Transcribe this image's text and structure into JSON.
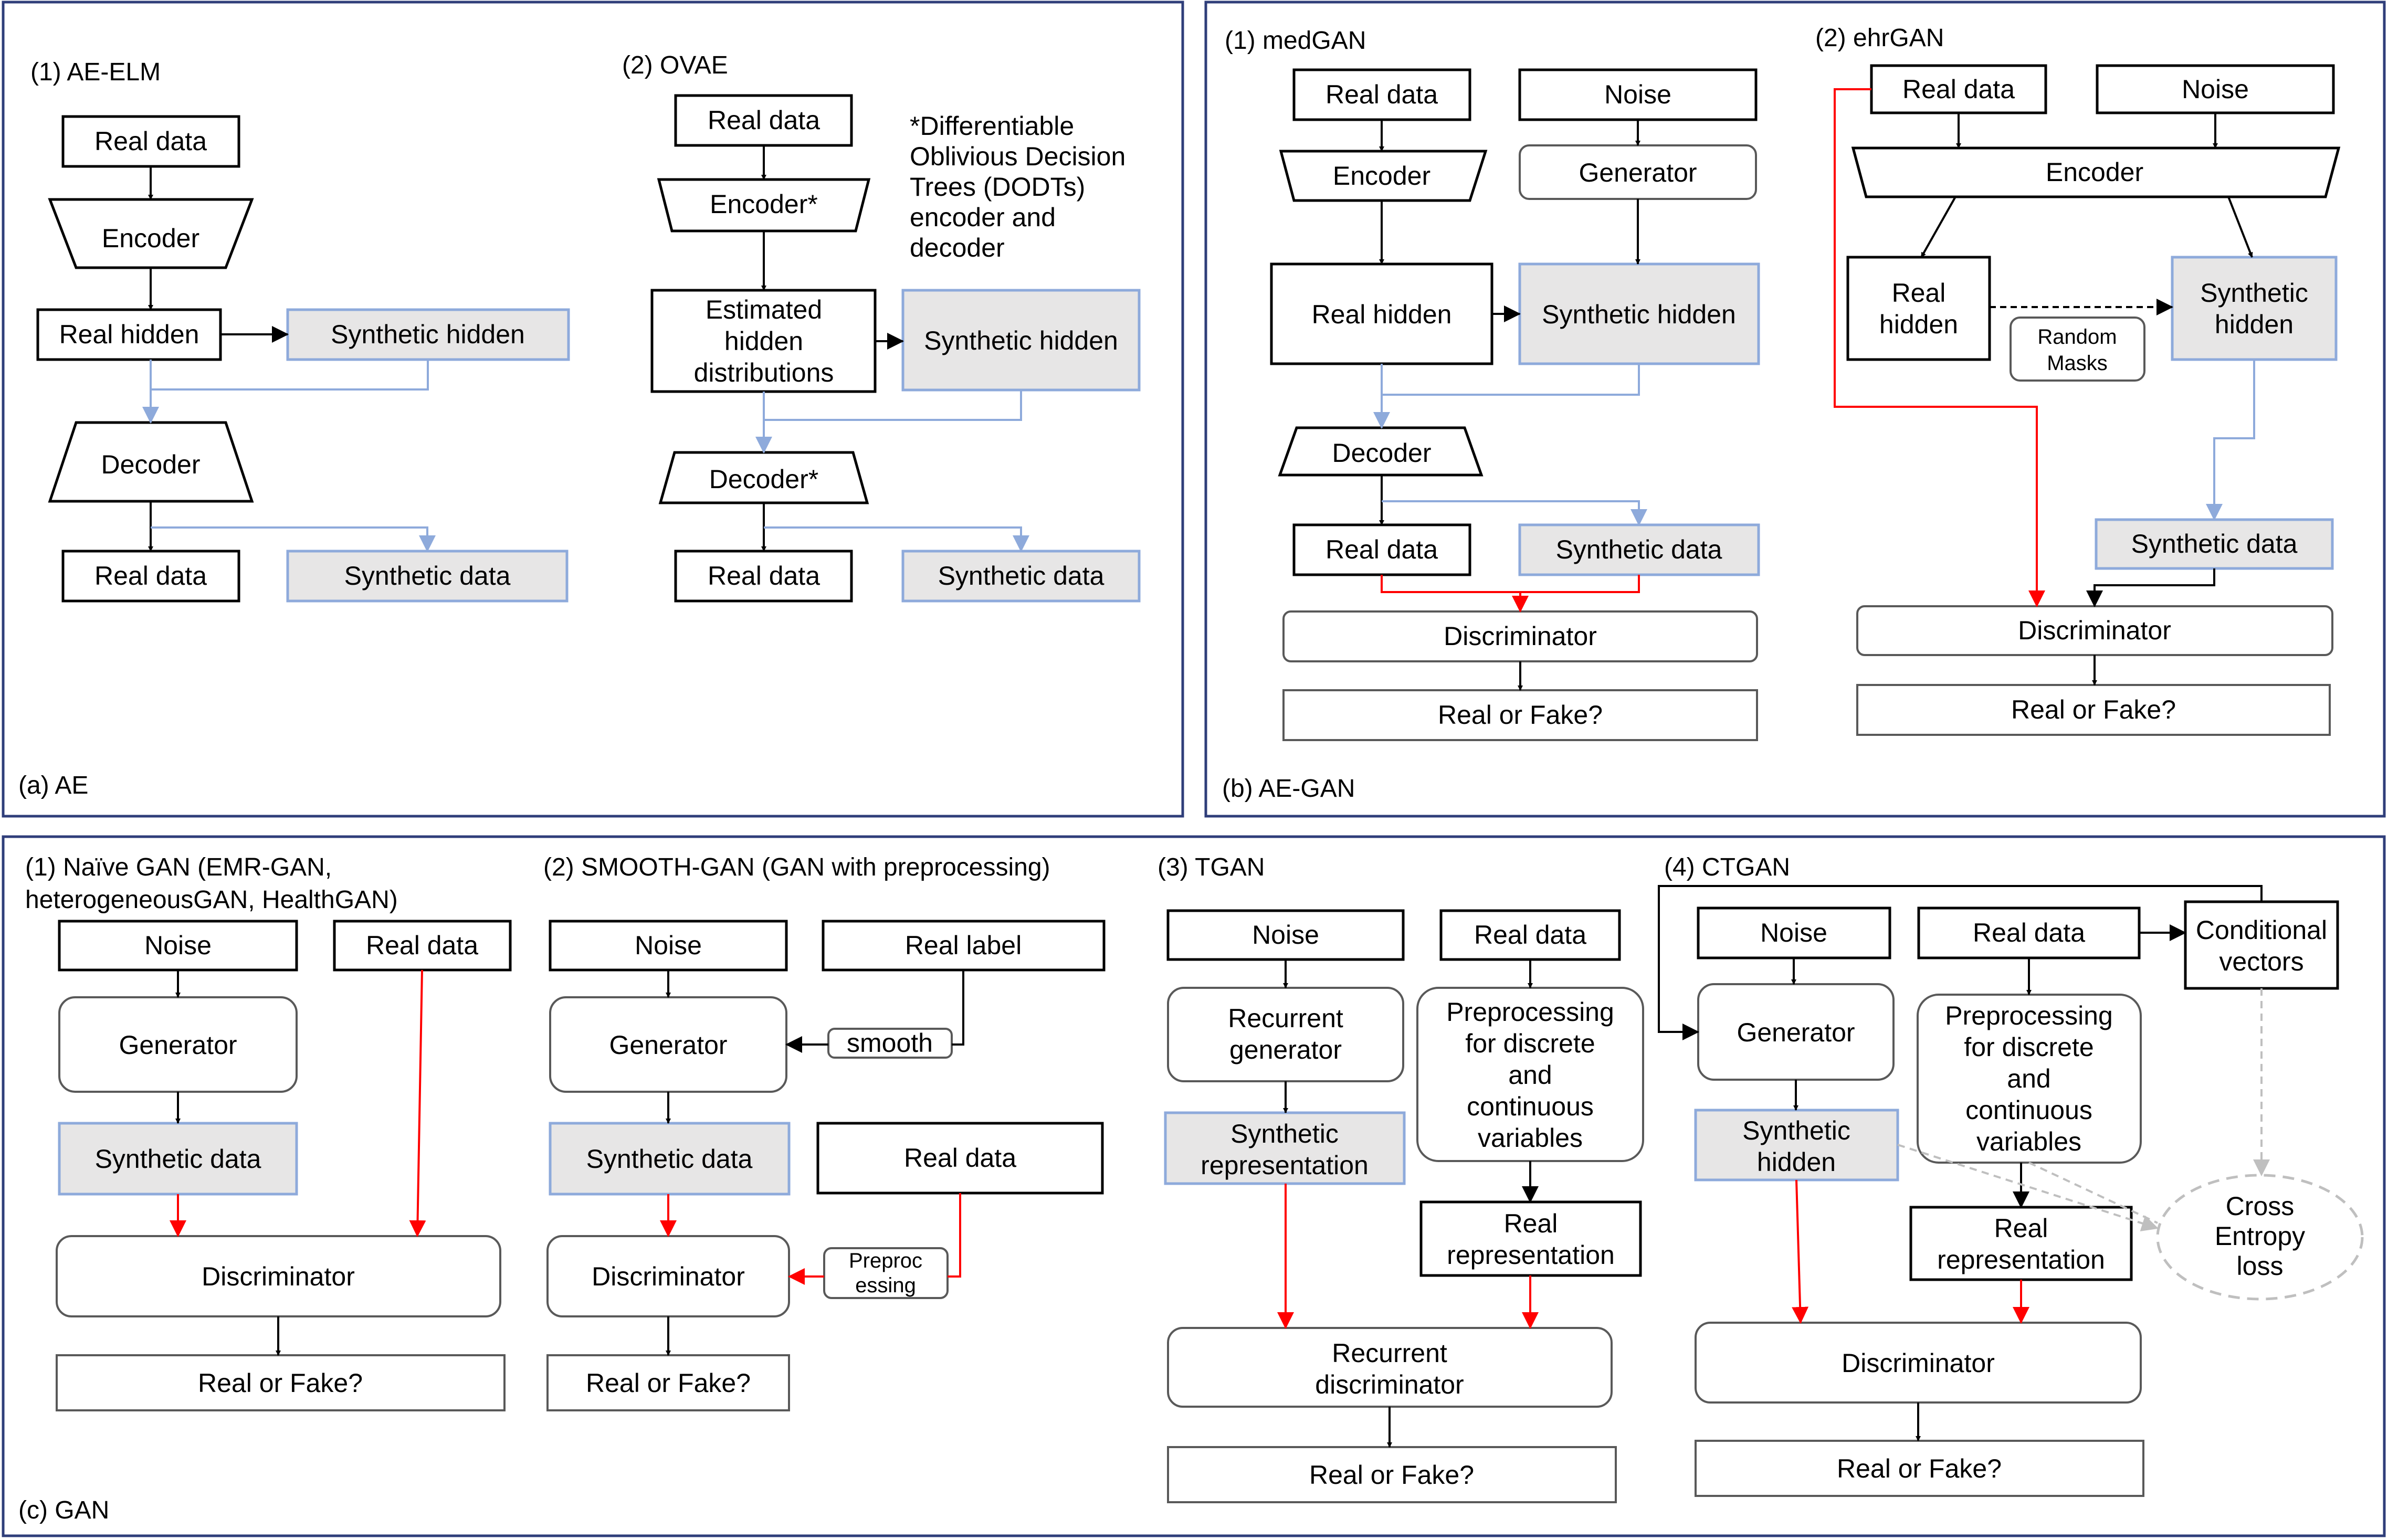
{
  "panel_a": {
    "label": "(a) AE",
    "ae_elm": {
      "title": "(1) AE-ELM",
      "real_data": "Real data",
      "encoder": "Encoder",
      "real_hidden": "Real hidden",
      "synthetic_hidden": "Synthetic hidden",
      "decoder": "Decoder",
      "real_data_out": "Real data",
      "synthetic_data": "Synthetic data"
    },
    "ovae": {
      "title": "(2) OVAE",
      "real_data": "Real data",
      "encoder": "Encoder*",
      "estimated": [
        "Estimated",
        "hidden",
        "distributions"
      ],
      "synthetic_hidden": "Synthetic hidden",
      "decoder": "Decoder*",
      "real_data_out": "Real data",
      "synthetic_data": "Synthetic data",
      "note": [
        "*Differentiable",
        "Oblivious Decision",
        "Trees (DODTs)",
        "encoder and",
        "decoder"
      ]
    }
  },
  "panel_b": {
    "label": "(b) AE-GAN",
    "medgan": {
      "title": "(1) medGAN",
      "real_data": "Real data",
      "noise": "Noise",
      "encoder": "Encoder",
      "generator": "Generator",
      "real_hidden": "Real hidden",
      "synthetic_hidden": "Synthetic hidden",
      "decoder": "Decoder",
      "real_data_out": "Real data",
      "synthetic_data": "Synthetic data",
      "discriminator": "Discriminator",
      "real_or_fake": "Real or Fake?"
    },
    "ehrgan": {
      "title": "(2) ehrGAN",
      "real_data": "Real data",
      "noise": "Noise",
      "encoder": "Encoder",
      "real_hidden": [
        "Real",
        "hidden"
      ],
      "random_masks": [
        "Random",
        "Masks"
      ],
      "synthetic_hidden": [
        "Synthetic",
        "hidden"
      ],
      "synthetic_data": "Synthetic data",
      "discriminator": "Discriminator",
      "real_or_fake": "Real or Fake?"
    }
  },
  "panel_c": {
    "label": "(c) GAN",
    "naive": {
      "title": [
        "(1) Naïve GAN (EMR-GAN,",
        "heterogeneousGAN, HealthGAN)"
      ],
      "noise": "Noise",
      "real_data": "Real data",
      "generator": "Generator",
      "synthetic_data": "Synthetic data",
      "discriminator": "Discriminator",
      "real_or_fake": "Real or Fake?"
    },
    "smooth": {
      "title": "(2) SMOOTH-GAN (GAN with preprocessing)",
      "noise": "Noise",
      "real_label": "Real label",
      "generator": "Generator",
      "smooth": "smooth",
      "synthetic_data": "Synthetic data",
      "real_data": "Real data",
      "discriminator": "Discriminator",
      "preprocessing": [
        "Preproc",
        "essing"
      ],
      "real_or_fake": "Real or Fake?"
    },
    "tgan": {
      "title": "(3) TGAN",
      "noise": "Noise",
      "real_data": "Real data",
      "recurrent_generator": [
        "Recurrent",
        "generator"
      ],
      "preprocessing": [
        "Preprocessing",
        "for discrete",
        "and",
        "continuous",
        "variables"
      ],
      "synthetic_representation": [
        "Synthetic",
        "representation"
      ],
      "real_representation": [
        "Real",
        "representation"
      ],
      "recurrent_discriminator": [
        "Recurrent",
        "discriminator"
      ],
      "real_or_fake": "Real or Fake?"
    },
    "ctgan": {
      "title": "(4) CTGAN",
      "noise": "Noise",
      "real_data": "Real data",
      "conditional_vectors": [
        "Conditional",
        "vectors"
      ],
      "generator": "Generator",
      "preprocessing": [
        "Preprocessing",
        "for discrete",
        "and",
        "continuous",
        "variables"
      ],
      "synthetic_hidden": [
        "Synthetic",
        "hidden"
      ],
      "real_representation": [
        "Real",
        "representation"
      ],
      "cross_entropy": [
        "Cross",
        "Entropy",
        "loss"
      ],
      "discriminator": "Discriminator",
      "real_or_fake": "Real or Fake?"
    }
  }
}
